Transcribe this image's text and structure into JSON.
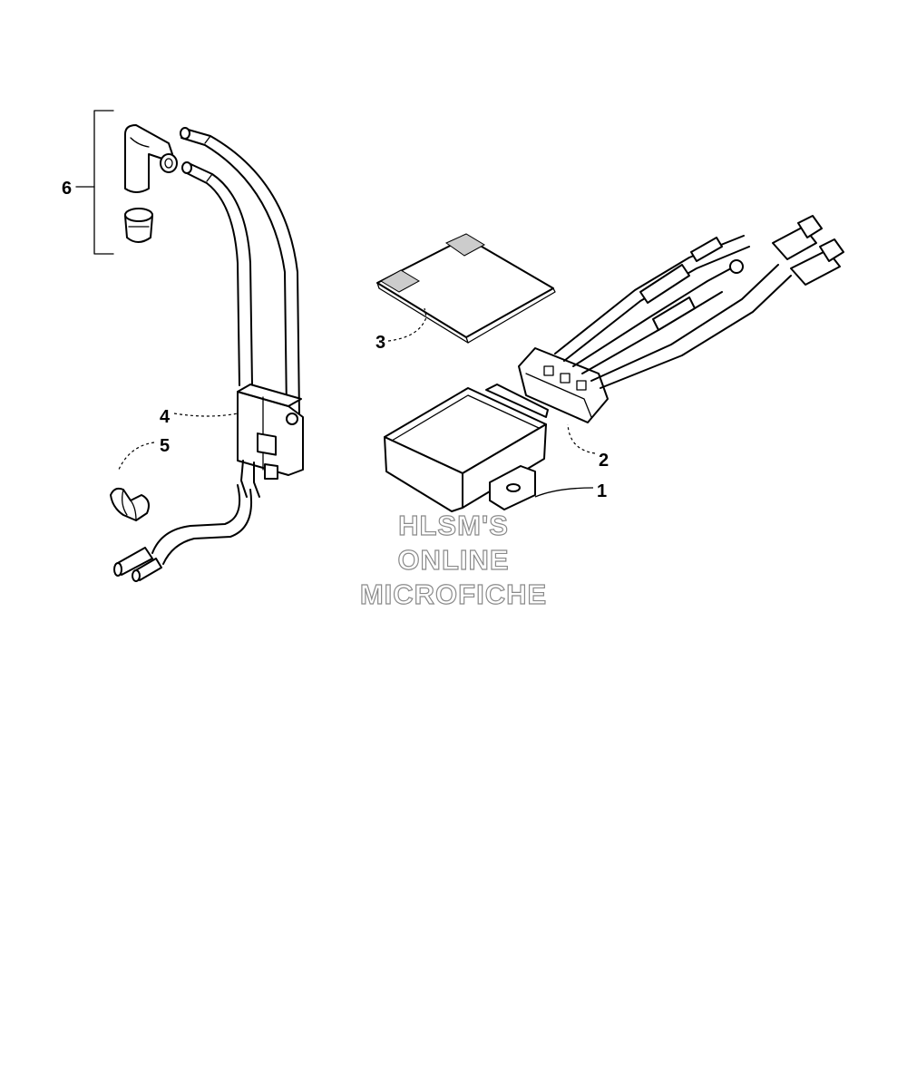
{
  "diagram": {
    "callouts": {
      "c1": "1",
      "c2": "2",
      "c3": "3",
      "c4": "4",
      "c5": "5",
      "c6": "6"
    },
    "watermark": {
      "line1": "HLSM'S",
      "line2": "ONLINE",
      "line3": "MICROFICHE"
    }
  }
}
